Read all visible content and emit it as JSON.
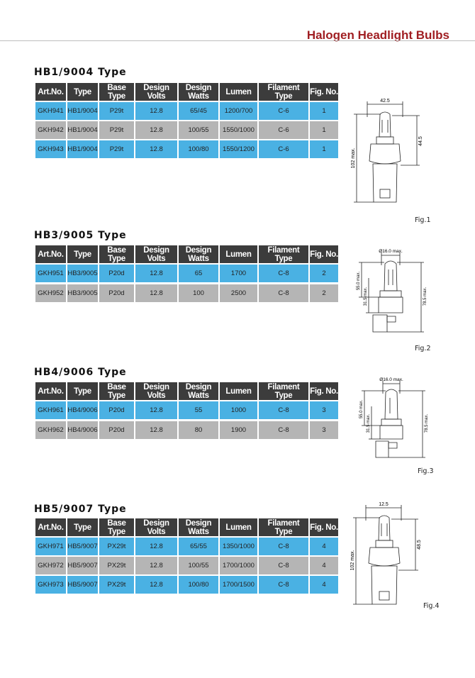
{
  "header": {
    "title": "Halogen Headlight Bulbs"
  },
  "columns": [
    "Art.No.",
    "Type",
    "Base Type",
    "Design Volts",
    "Design Watts",
    "Lumen",
    "Filament Type",
    "Fig. No."
  ],
  "sections": [
    {
      "title": "HB1/9004 Type",
      "rows": [
        [
          "GKH941",
          "HB1/9004",
          "P29t",
          "12.8",
          "65/45",
          "1200/700",
          "C-6",
          "1"
        ],
        [
          "GKH942",
          "HB1/9004",
          "P29t",
          "12.8",
          "100/55",
          "1550/1000",
          "C-6",
          "1"
        ],
        [
          "GKH943",
          "HB1/9004",
          "P29t",
          "12.8",
          "100/80",
          "1550/1200",
          "C-6",
          "1"
        ]
      ],
      "figure": {
        "caption": "Fig.1",
        "dims": [
          "42.5",
          "102 max.",
          "44.5"
        ]
      }
    },
    {
      "title": "HB3/9005 Type",
      "rows": [
        [
          "GKH951",
          "HB3/9005",
          "P20d",
          "12.8",
          "65",
          "1700",
          "C-8",
          "2"
        ],
        [
          "GKH952",
          "HB3/9005",
          "P20d",
          "12.8",
          "100",
          "2500",
          "C-8",
          "2"
        ]
      ],
      "figure": {
        "caption": "Fig.2",
        "dims": [
          "Ø16.0 max.",
          "55.0 max.",
          "31.5 max.",
          "78.5 max."
        ]
      }
    },
    {
      "title": "HB4/9006 Type",
      "rows": [
        [
          "GKH961",
          "HB4/9006",
          "P20d",
          "12.8",
          "55",
          "1000",
          "C-8",
          "3"
        ],
        [
          "GKH962",
          "HB4/9006",
          "P20d",
          "12.8",
          "80",
          "1900",
          "C-8",
          "3"
        ]
      ],
      "figure": {
        "caption": "Fig.3",
        "dims": [
          "Ø16.0 max.",
          "55.0 max.",
          "31.5 max.",
          "78.5 max."
        ]
      }
    },
    {
      "title": "HB5/9007 Type",
      "rows": [
        [
          "GKH971",
          "HB5/9007",
          "PX29t",
          "12.8",
          "65/55",
          "1350/1000",
          "C-8",
          "4"
        ],
        [
          "GKH972",
          "HB5/9007",
          "PX29t",
          "12.8",
          "100/55",
          "1700/1000",
          "C-8",
          "4"
        ],
        [
          "GKH973",
          "HB5/9007",
          "PX29t",
          "12.8",
          "100/80",
          "1700/1500",
          "C-8",
          "4"
        ]
      ],
      "figure": {
        "caption": "Fig.4",
        "dims": [
          "12.5",
          "102 max.",
          "48.5"
        ]
      }
    }
  ]
}
